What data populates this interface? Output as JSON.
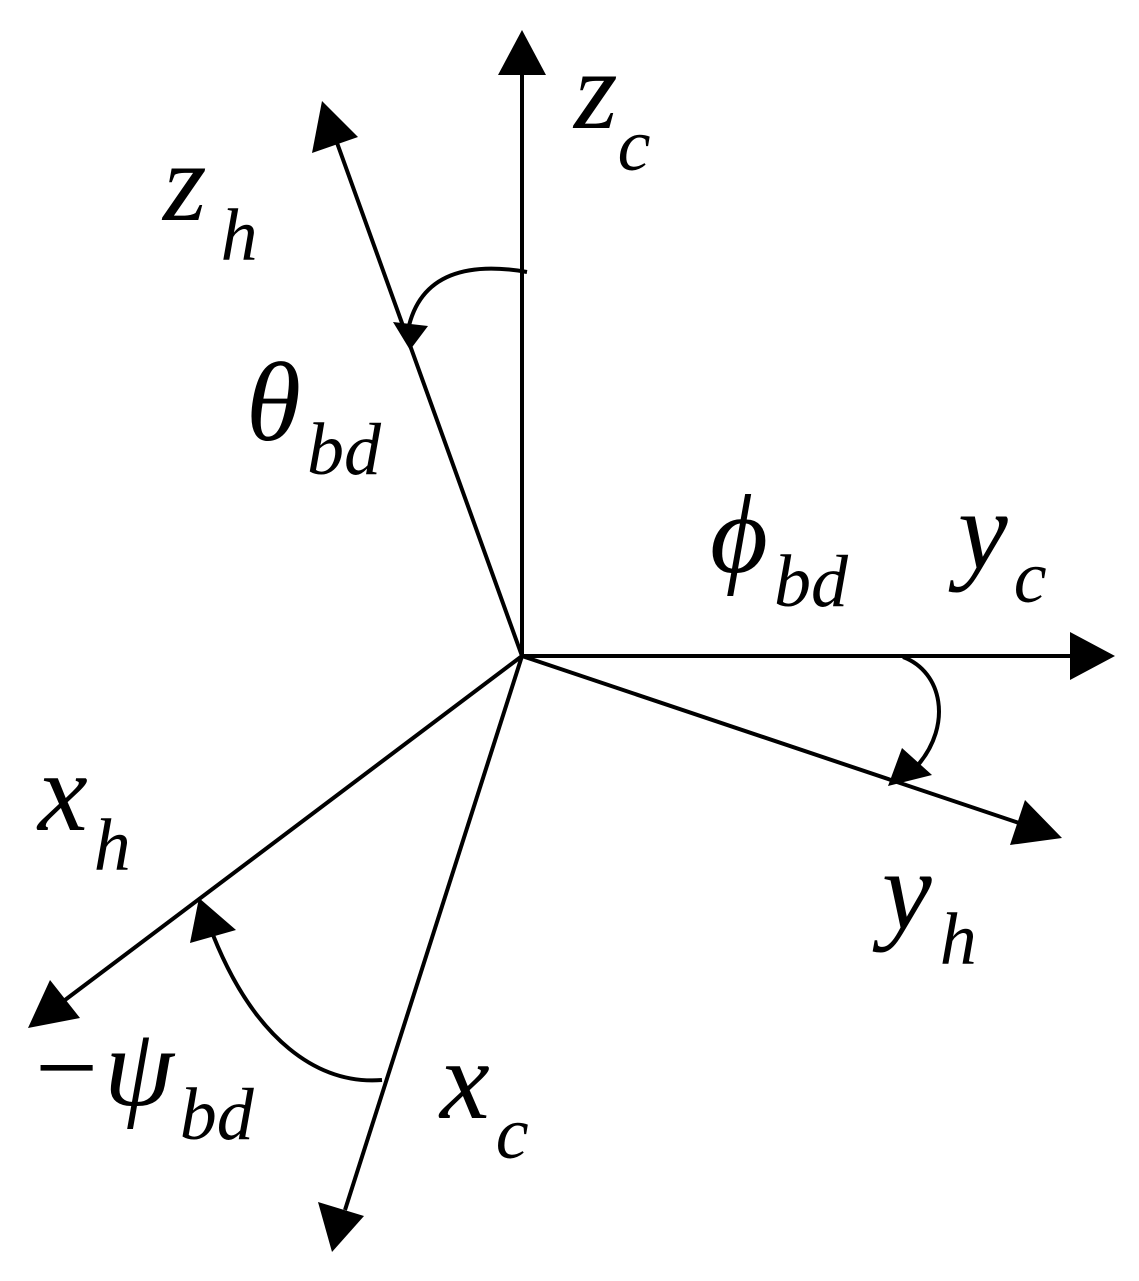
{
  "diagram": {
    "axes": {
      "zc": {
        "symbol": "z",
        "subscript": "c"
      },
      "zh": {
        "symbol": "z",
        "subscript": "h"
      },
      "yc": {
        "symbol": "y",
        "subscript": "c"
      },
      "yh": {
        "symbol": "y",
        "subscript": "h"
      },
      "xc": {
        "symbol": "x",
        "subscript": "c"
      },
      "xh": {
        "symbol": "x",
        "subscript": "h"
      }
    },
    "angles": {
      "theta": {
        "symbol": "θ",
        "subscript": "bd"
      },
      "phi": {
        "symbol": "ϕ",
        "subscript": "bd"
      },
      "psi": {
        "prefix": "−",
        "symbol": "ψ",
        "subscript": "bd"
      }
    },
    "colors": {
      "stroke": "#000000",
      "background": "#ffffff"
    }
  }
}
